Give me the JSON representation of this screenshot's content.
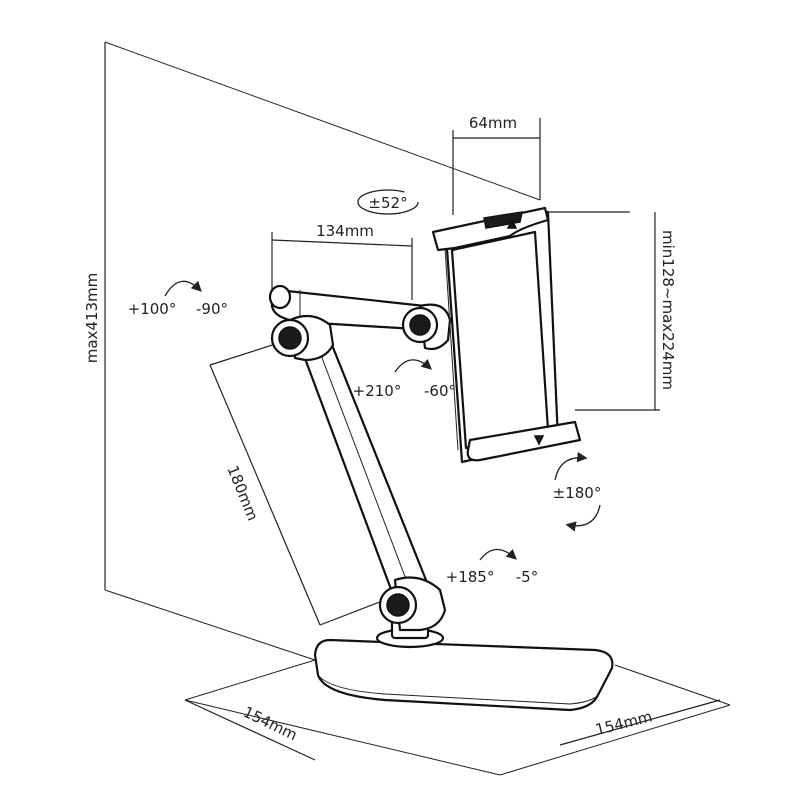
{
  "dimensions": {
    "height_max": "max413mm",
    "holder_width": "64mm",
    "upper_arm": "134mm",
    "clamp_range": "min128~max224mm",
    "lower_arm": "180mm",
    "base_depth": "154mm",
    "base_width": "154mm"
  },
  "rotations": {
    "holder_swivel": "±52°",
    "base_joint_up": "+100°",
    "base_joint_down": "-90°",
    "mid_joint_up": "+210°",
    "mid_joint_down": "-60°",
    "holder_rotate": "±180°",
    "foot_joint_up": "+185°",
    "foot_joint_down": "-5°"
  }
}
